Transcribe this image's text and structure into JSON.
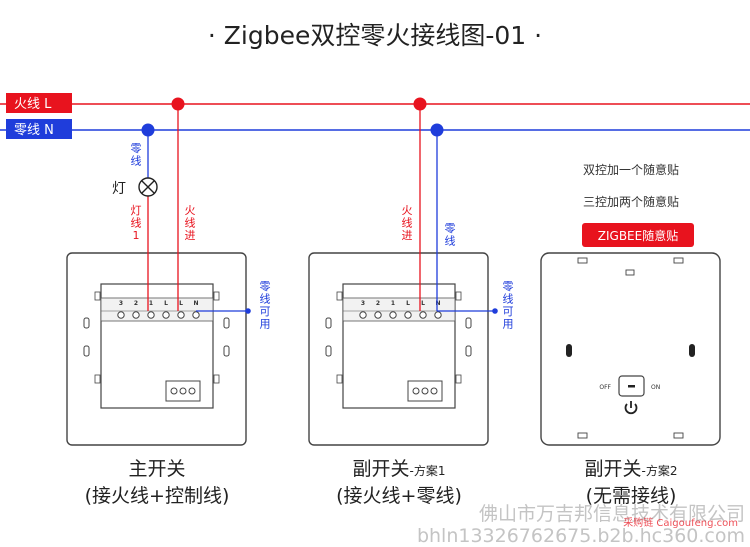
{
  "title": "· Zigbee双控零火接线图-01 ·",
  "colors": {
    "live": "#e8131e",
    "neutral": "#1f3ddb",
    "dark": "#222222",
    "watermark": "#c4c4c4"
  },
  "wires": {
    "live_label": "火线 L",
    "neutral_label": "零线 N"
  },
  "lamp": {
    "label": "灯",
    "neutral_vertical": "零线",
    "lamp_wire_vertical": "灯线1",
    "live_in_vertical": "火线进"
  },
  "main_switch": {
    "terminals": [
      "3",
      "2",
      "1",
      "L",
      "L",
      "N"
    ],
    "side_label_vertical": "零线可用",
    "caption": "主开关",
    "caption_line2": "(接火线+控制线)"
  },
  "sub_switch_1": {
    "terminals": [
      "3",
      "2",
      "1",
      "L",
      "L",
      "N"
    ],
    "live_in_vertical": "火线进",
    "neutral_vertical": "零线",
    "side_label_vertical": "零线可用",
    "caption": "副开关",
    "caption_suffix": "-方案1",
    "caption_line2": "(接火线+零线)"
  },
  "sub_switch_2": {
    "note1": "双控加一个随意贴",
    "note2": "三控加两个随意贴",
    "badge": "ZIGBEE随意贴",
    "off_label": "OFF",
    "on_label": "ON",
    "caption": "副开关",
    "caption_suffix": "-方案2",
    "caption_line2": "(无需接线)"
  },
  "watermark": {
    "line1": "佛山市万吉邦信息技术有限公司",
    "line2": "bhln13326762675.b2b.hc360.com",
    "red": "采购链 Caigoufeng.com"
  }
}
